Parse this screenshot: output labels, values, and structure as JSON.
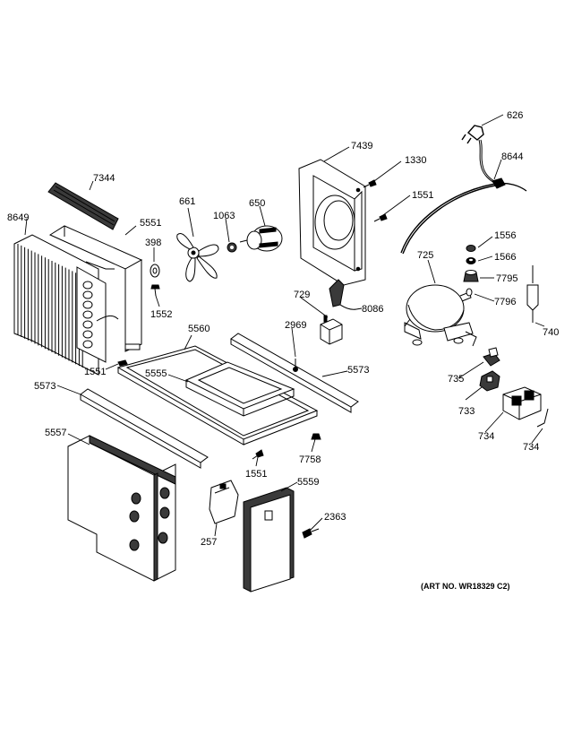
{
  "callouts": {
    "c626": "626",
    "c7439": "7439",
    "c1330": "1330",
    "c8644": "8644",
    "c7344": "7344",
    "c1551a": "1551",
    "c8649": "8649",
    "c5551": "5551",
    "c661": "661",
    "c1063": "1063",
    "c650": "650",
    "c398": "398",
    "c1556": "1556",
    "c725": "725",
    "c1566": "1566",
    "c7795": "7795",
    "c1552": "1552",
    "c729": "729",
    "c8086": "8086",
    "c7796": "7796",
    "c740": "740",
    "c5560": "5560",
    "c2969": "2969",
    "c1551b": "1551",
    "c5555": "5555",
    "c5573a": "5573",
    "c735": "735",
    "c5573b": "5573",
    "c733": "733",
    "c5557": "5557",
    "c734a": "734",
    "c734b": "734",
    "c7758": "7758",
    "c1551c": "1551",
    "c5559": "5559",
    "c2363": "2363",
    "c257": "257"
  },
  "art_number": "(ART NO. WR18329 C2)"
}
